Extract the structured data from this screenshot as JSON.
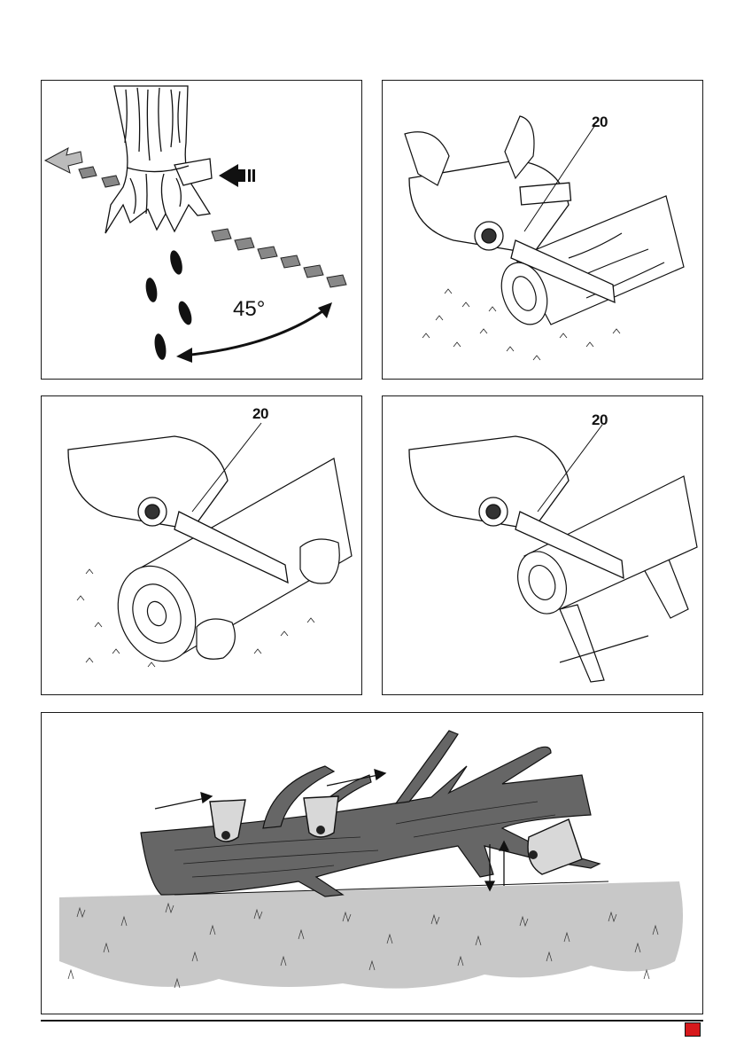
{
  "figure1": {
    "angle_label": "45°",
    "icons": [
      "tree-stump-icon",
      "felling-direction-arrow-icon",
      "footprints-icon",
      "retreat-angle-arrow-icon"
    ]
  },
  "figure2": {
    "callout": "20"
  },
  "figure3": {
    "callout": "20"
  },
  "figure4": {
    "callout": "20"
  },
  "figure5": {
    "icons": [
      "fallen-log-icon",
      "saw-bar-icon",
      "cut-direction-arrow-icon",
      "support-arrow-icon",
      "grass-ground-icon"
    ]
  },
  "footer": {
    "marker_color": "#d7191c"
  }
}
